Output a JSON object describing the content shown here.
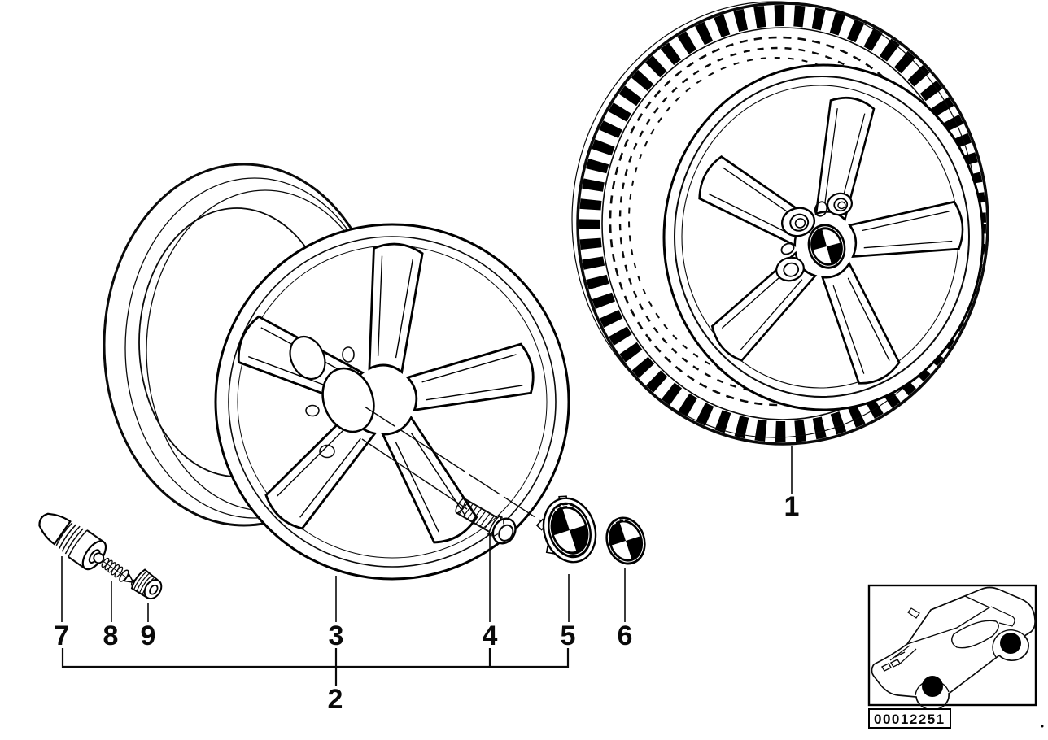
{
  "diagram": {
    "callouts": {
      "c1": "1",
      "c2": "2",
      "c3": "3",
      "c4": "4",
      "c5": "5",
      "c6": "6",
      "c7": "7",
      "c8": "8",
      "c9": "9"
    },
    "diagram_number": "00012251"
  },
  "colors": {
    "background": "#ffffff",
    "line": "#000000",
    "fill": "#000000"
  }
}
